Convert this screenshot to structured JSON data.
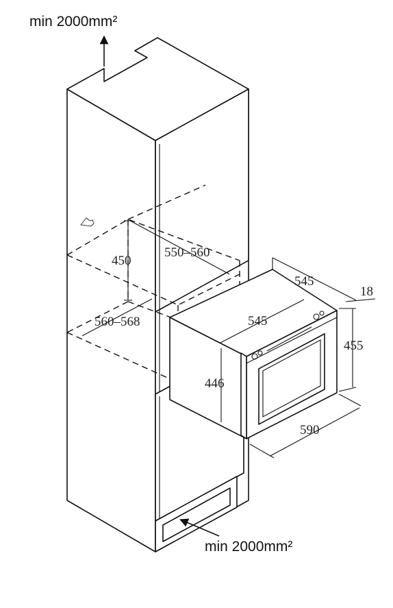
{
  "airflow": {
    "top_label": "min 2000mm²",
    "bottom_label": "min 2000mm²"
  },
  "dimensions": {
    "niche_height": "450",
    "niche_width": "550–560",
    "niche_depth": "560–568",
    "appliance_depth_outer": "545",
    "appliance_depth_inner": "545",
    "front_thickness": "18",
    "front_height": "455",
    "body_height": "446",
    "front_width": "590"
  },
  "icons": {
    "cursor": "pointer-cursor-icon"
  }
}
